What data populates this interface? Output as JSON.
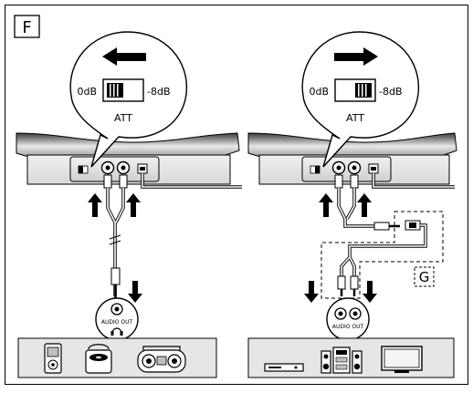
{
  "figure_label": "F",
  "left_panel": {
    "switch": {
      "left_label": "0dB",
      "right_label": "-8dB",
      "name_label": "ATT",
      "arrow_direction": "left"
    },
    "port_label": "AUDIO OUT",
    "devices": [
      "mp3-player-icon",
      "portable-cd-player-icon",
      "boombox-icon"
    ]
  },
  "right_panel": {
    "switch": {
      "left_label": "0dB",
      "right_label": "-8dB",
      "name_label": "ATT",
      "arrow_direction": "right"
    },
    "port_label": "AUDIO OUT",
    "adapter_label": "G",
    "devices": [
      "dvd-player-icon",
      "hifi-system-icon",
      "tv-icon"
    ]
  },
  "colors": {
    "ink": "#000000",
    "paper": "#ffffff",
    "speaker_gray": "#bfbfbf",
    "panel_gray": "#e6e6e6"
  }
}
